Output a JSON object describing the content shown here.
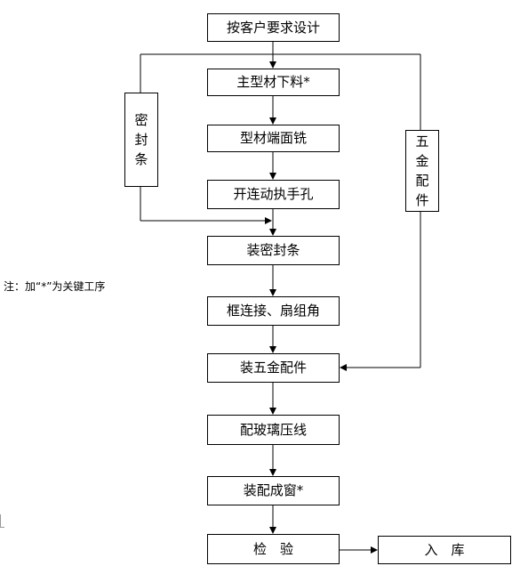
{
  "steps": {
    "s1": "按客户要求设计",
    "s2": "主型材下料*",
    "s3": "型材端面铣",
    "s4": "开连动执手孔",
    "s5": "装密封条",
    "s6": "框连接、扇组角",
    "s7": "装五金配件",
    "s8": "配玻璃压线",
    "s9": "装配成窗*",
    "s10": "检　验",
    "s11": "入　库"
  },
  "side": {
    "seal": "密封条",
    "hardware": "五金配件"
  },
  "note": "注：加“*”为关键工序"
}
